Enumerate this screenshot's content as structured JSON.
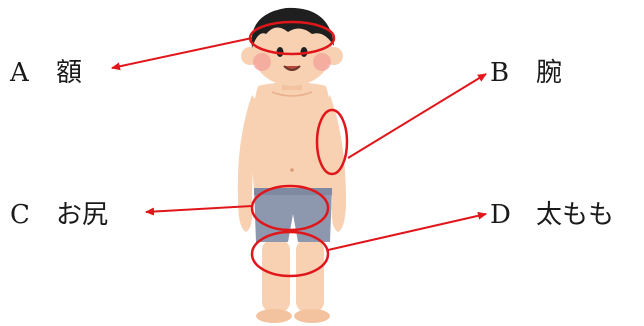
{
  "labels": [
    {
      "letter": "A",
      "text": "額"
    },
    {
      "letter": "B",
      "text": "腕"
    },
    {
      "letter": "C",
      "text": "お尻"
    },
    {
      "letter": "D",
      "text": "太もも"
    }
  ],
  "colors": {
    "marker": "#e0161b",
    "skin": "#f7d1b2",
    "hair": "#1f1f1f",
    "shorts": "#8d97ae",
    "cheek": "#f4a09a"
  }
}
